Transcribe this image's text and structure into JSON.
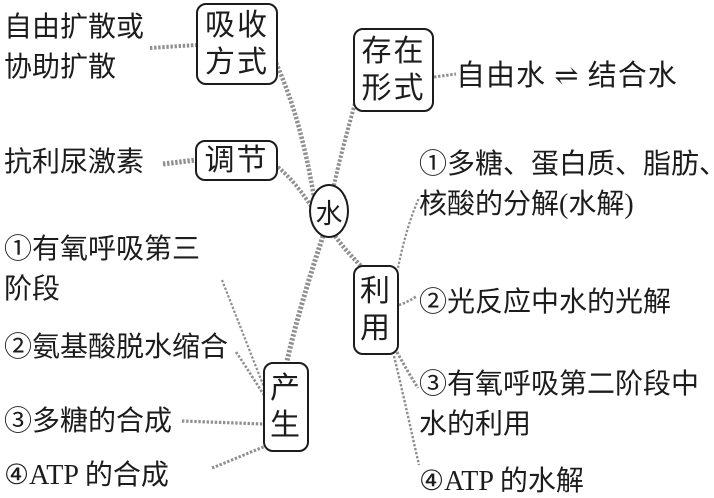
{
  "colors": {
    "ink": "#1c1c1c",
    "branch": "#8f8f8f",
    "background": "#ffffff"
  },
  "center_node": {
    "label": "水"
  },
  "absorption": {
    "box_line1": "吸收",
    "box_line2": "方式",
    "item_line1": "自由扩散或",
    "item_line2": "协助扩散"
  },
  "regulation": {
    "box": "调节",
    "item": "抗利尿激素"
  },
  "existence": {
    "box_line1": "存在",
    "box_line2": "形式",
    "item": "自由水 ⇌ 结合水"
  },
  "utilization": {
    "box_char1": "利",
    "box_char2": "用",
    "items": [
      {
        "line1": "①多糖、蛋白质、脂肪、",
        "line2": "核酸的分解(水解)"
      },
      {
        "line1": "②光反应中水的光解"
      },
      {
        "line1": "③有氧呼吸第二阶段中",
        "line2": "水的利用"
      },
      {
        "line1": "④ATP 的水解"
      }
    ]
  },
  "production": {
    "box_char1": "产",
    "box_char2": "生",
    "items": [
      {
        "line1": "①有氧呼吸第三",
        "line2": "阶段"
      },
      {
        "line1": "②氨基酸脱水缩合"
      },
      {
        "line1": "③多糖的合成"
      },
      {
        "line1": "④ATP 的合成"
      }
    ]
  }
}
